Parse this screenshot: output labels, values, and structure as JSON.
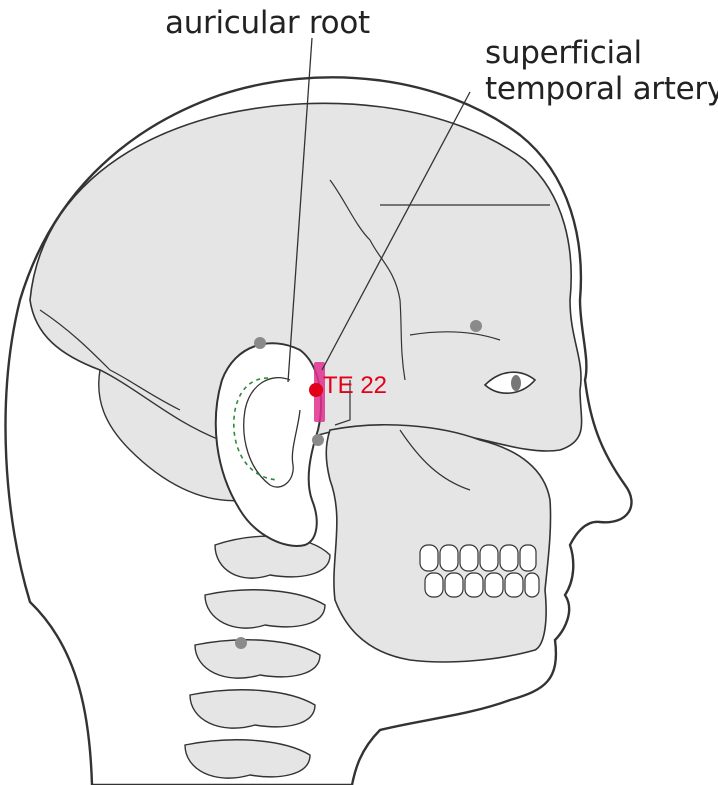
{
  "labels": {
    "auricular_root": "auricular root",
    "artery_line1": "superficial",
    "artery_line2": "temporal artery",
    "point": "TE 22"
  },
  "colors": {
    "skull_fill": "#e5e5e5",
    "line": "#333333",
    "point_red": "#e2001a",
    "artery_pink": "#e0308f",
    "marker_dot": "#8a8a8a",
    "dashed_ear": "#2e8b3e",
    "background": "#ffffff"
  }
}
